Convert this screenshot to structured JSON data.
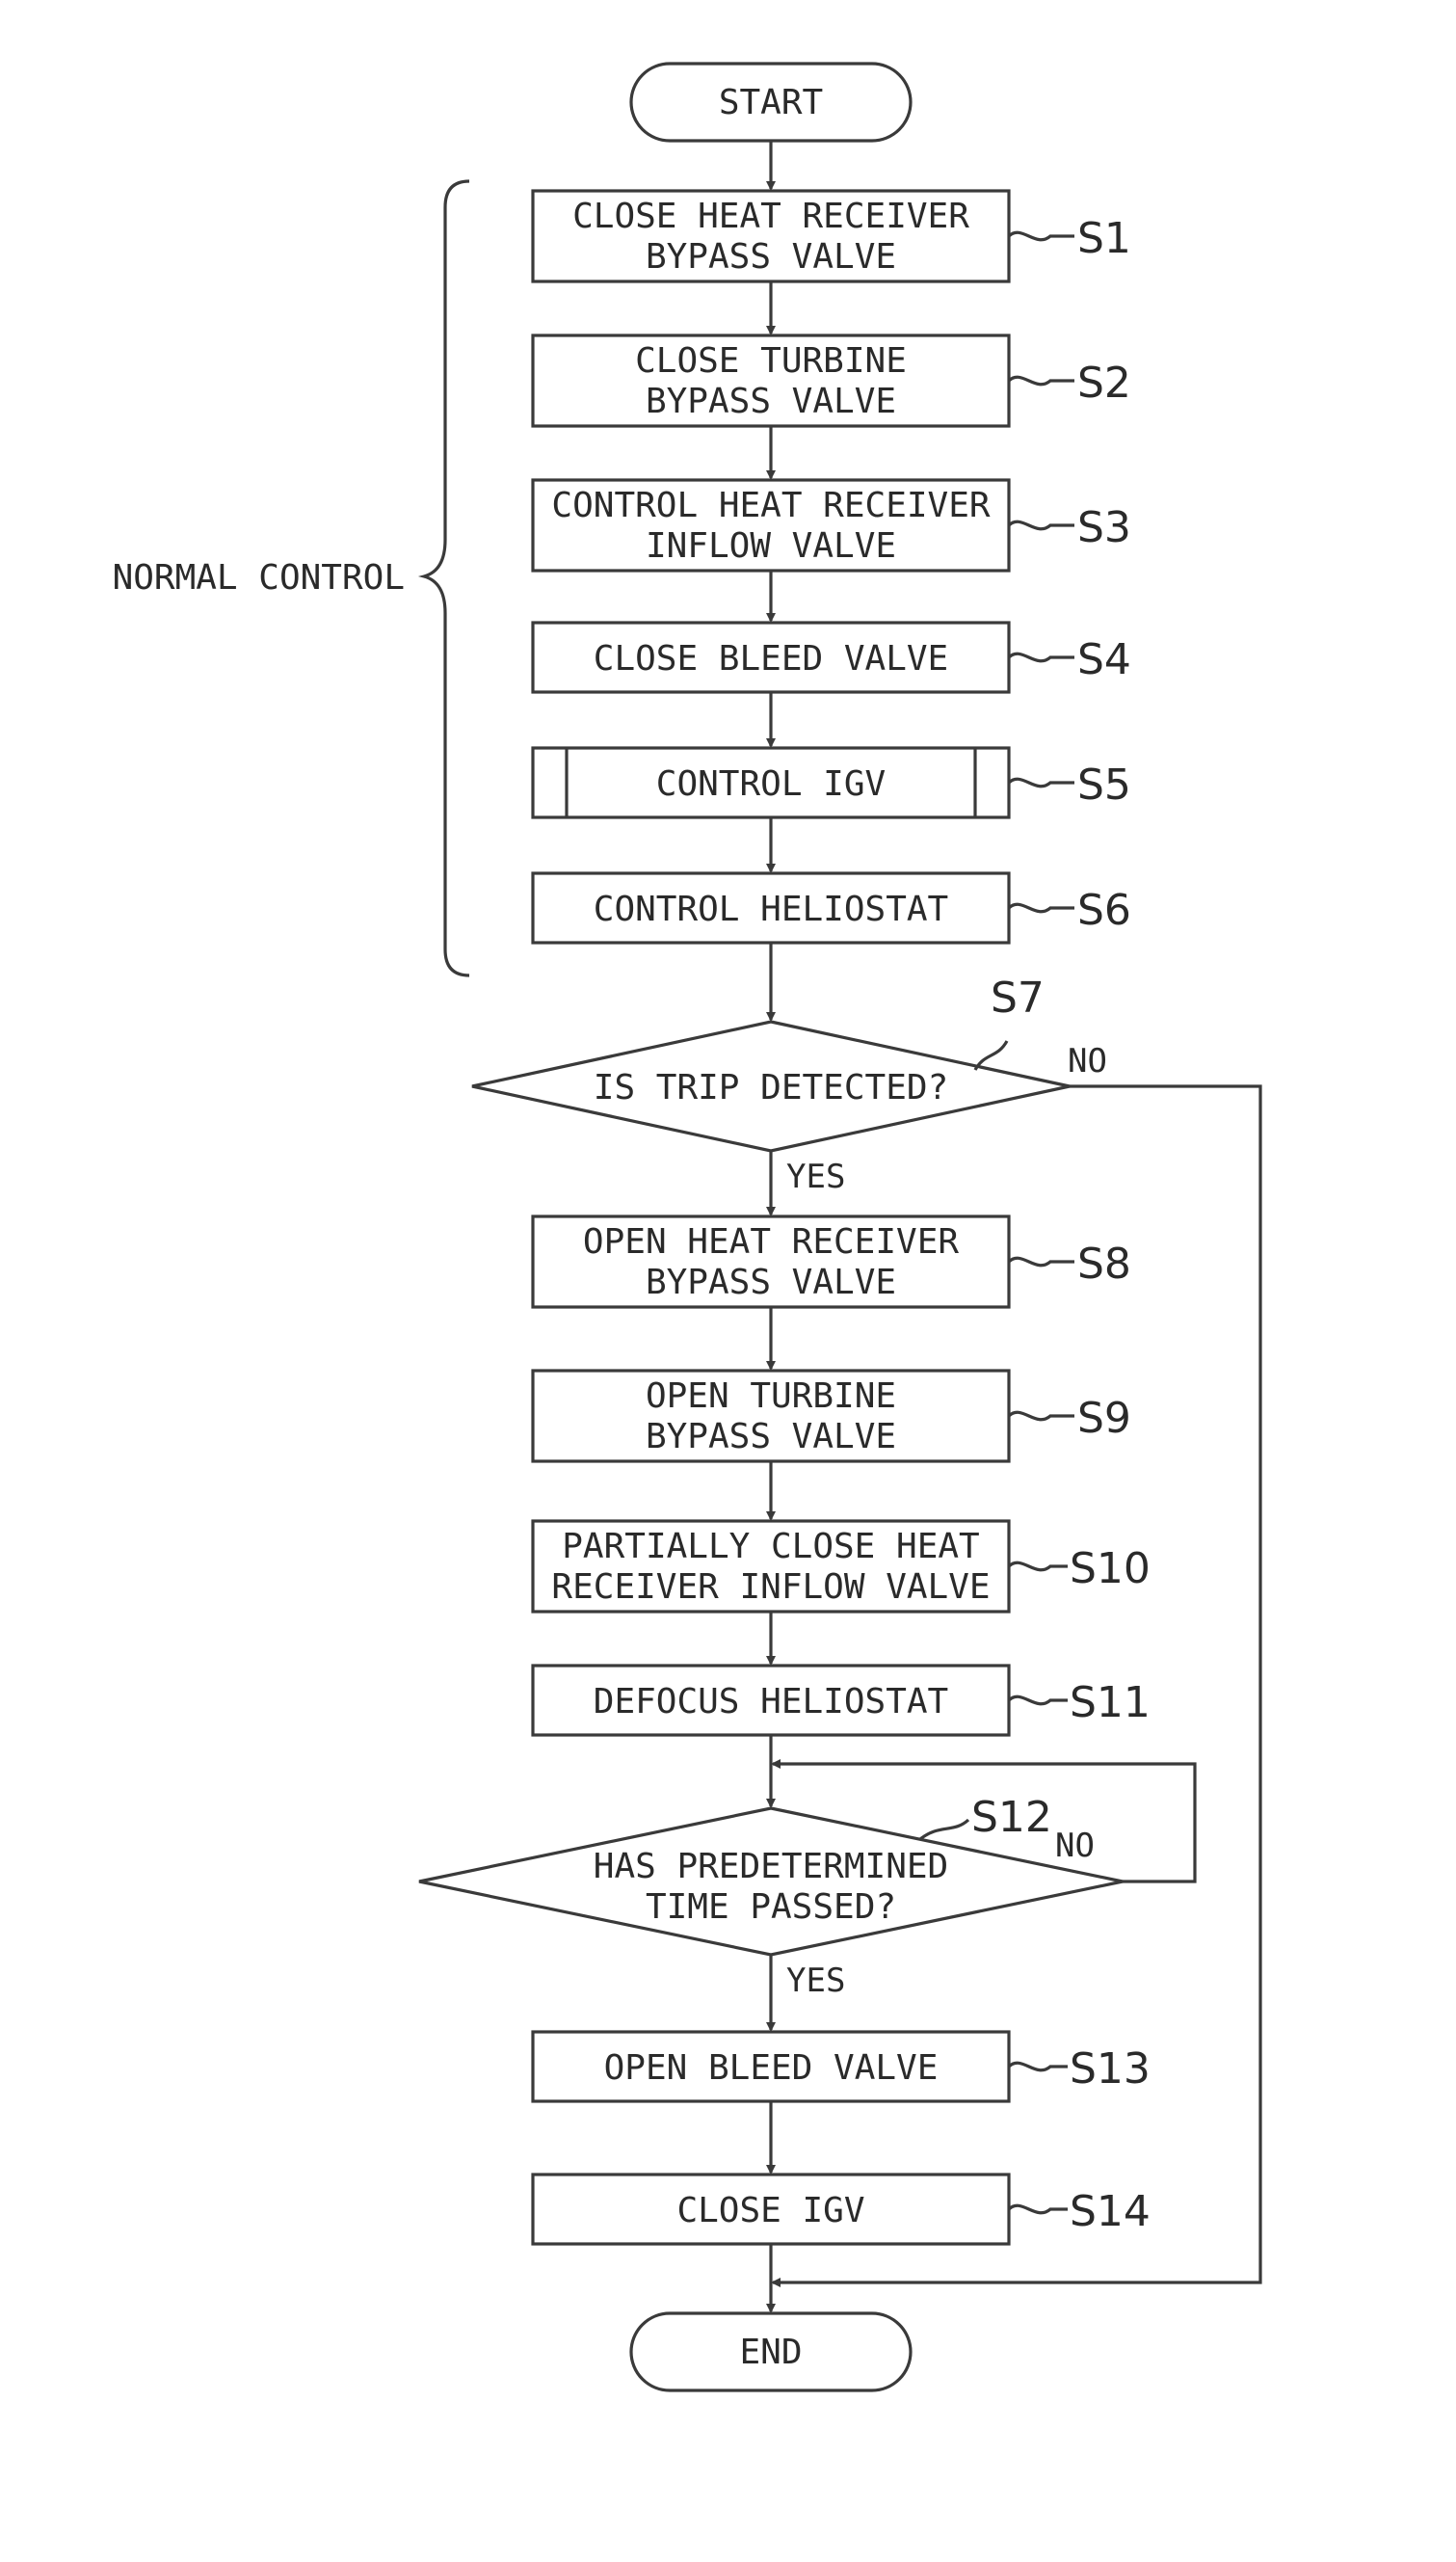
{
  "flowchart": {
    "start": "START",
    "end": "END",
    "group_label": "NORMAL CONTROL",
    "yes": "YES",
    "no": "NO",
    "steps": {
      "s1": {
        "id": "S1",
        "lines": [
          "CLOSE HEAT RECEIVER",
          "BYPASS VALVE"
        ]
      },
      "s2": {
        "id": "S2",
        "lines": [
          "CLOSE TURBINE",
          "BYPASS VALVE"
        ]
      },
      "s3": {
        "id": "S3",
        "lines": [
          "CONTROL HEAT RECEIVER",
          "INFLOW VALVE"
        ]
      },
      "s4": {
        "id": "S4",
        "lines": [
          "CLOSE BLEED VALVE"
        ]
      },
      "s5": {
        "id": "S5",
        "lines": [
          "CONTROL IGV"
        ]
      },
      "s6": {
        "id": "S6",
        "lines": [
          "CONTROL HELIOSTAT"
        ]
      },
      "s7": {
        "id": "S7",
        "lines": [
          "IS TRIP DETECTED?"
        ]
      },
      "s8": {
        "id": "S8",
        "lines": [
          "OPEN HEAT RECEIVER",
          "BYPASS VALVE"
        ]
      },
      "s9": {
        "id": "S9",
        "lines": [
          "OPEN TURBINE",
          "BYPASS VALVE"
        ]
      },
      "s10": {
        "id": "S10",
        "lines": [
          "PARTIALLY CLOSE HEAT",
          "RECEIVER INFLOW VALVE"
        ]
      },
      "s11": {
        "id": "S11",
        "lines": [
          "DEFOCUS HELIOSTAT"
        ]
      },
      "s12": {
        "id": "S12",
        "lines": [
          "HAS PREDETERMINED",
          "TIME PASSED?"
        ]
      },
      "s13": {
        "id": "S13",
        "lines": [
          "OPEN BLEED VALVE"
        ]
      },
      "s14": {
        "id": "S14",
        "lines": [
          "CLOSE IGV"
        ]
      }
    }
  }
}
